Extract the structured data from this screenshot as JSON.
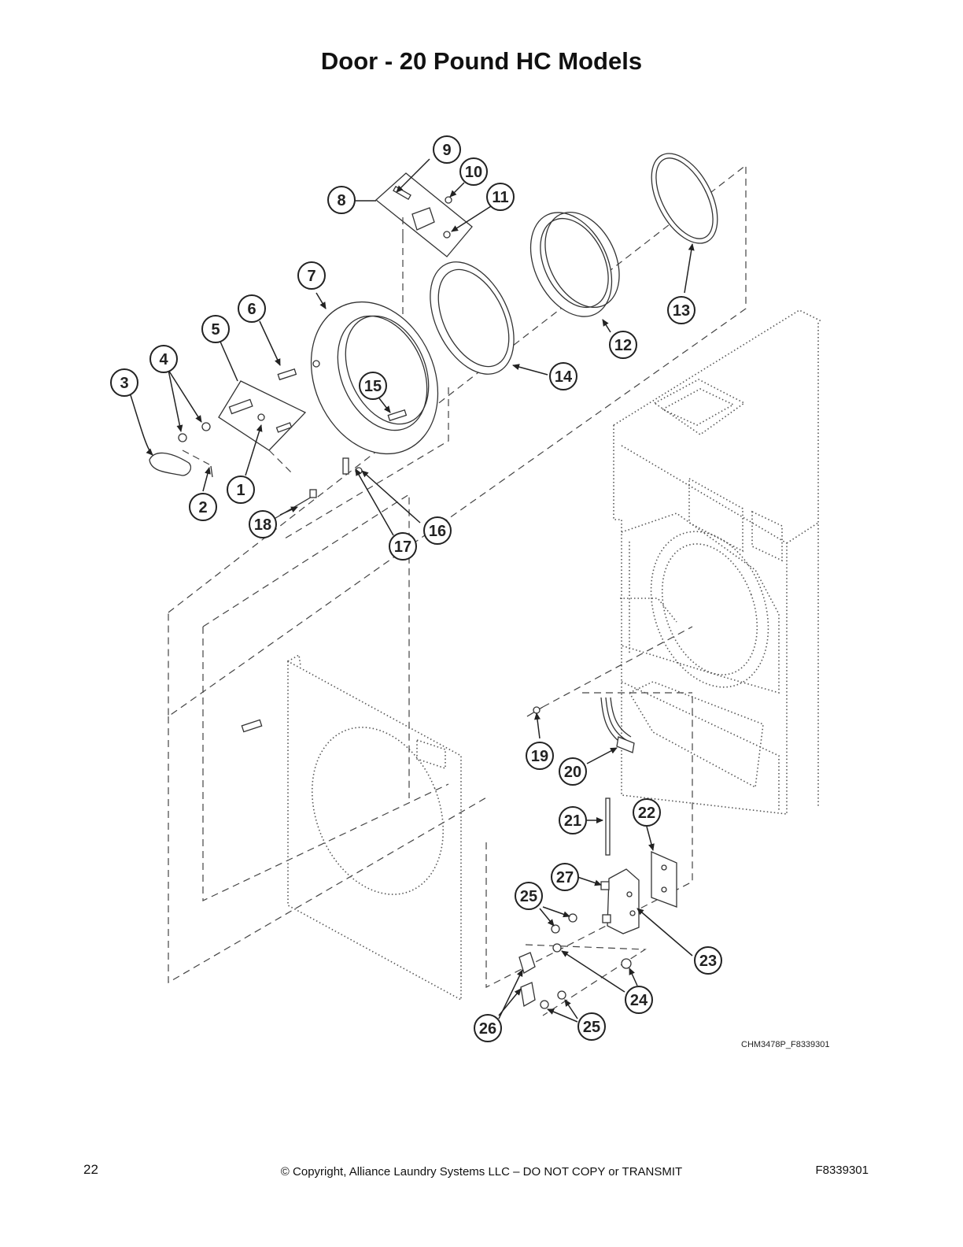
{
  "title": "Door - 20 Pound HC Models",
  "drawing_code": "CHM3478P_F8339301",
  "callouts": [
    "1",
    "2",
    "3",
    "4",
    "5",
    "6",
    "7",
    "8",
    "9",
    "10",
    "11",
    "12",
    "13",
    "14",
    "15",
    "16",
    "17",
    "18",
    "19",
    "20",
    "21",
    "22",
    "23",
    "24",
    "25",
    "25",
    "26",
    "27"
  ],
  "footer": {
    "page_number": "22",
    "copyright": "© Copyright, Alliance Laundry Systems LLC – DO NOT COPY or TRANSMIT",
    "doc_code": "F8339301"
  }
}
